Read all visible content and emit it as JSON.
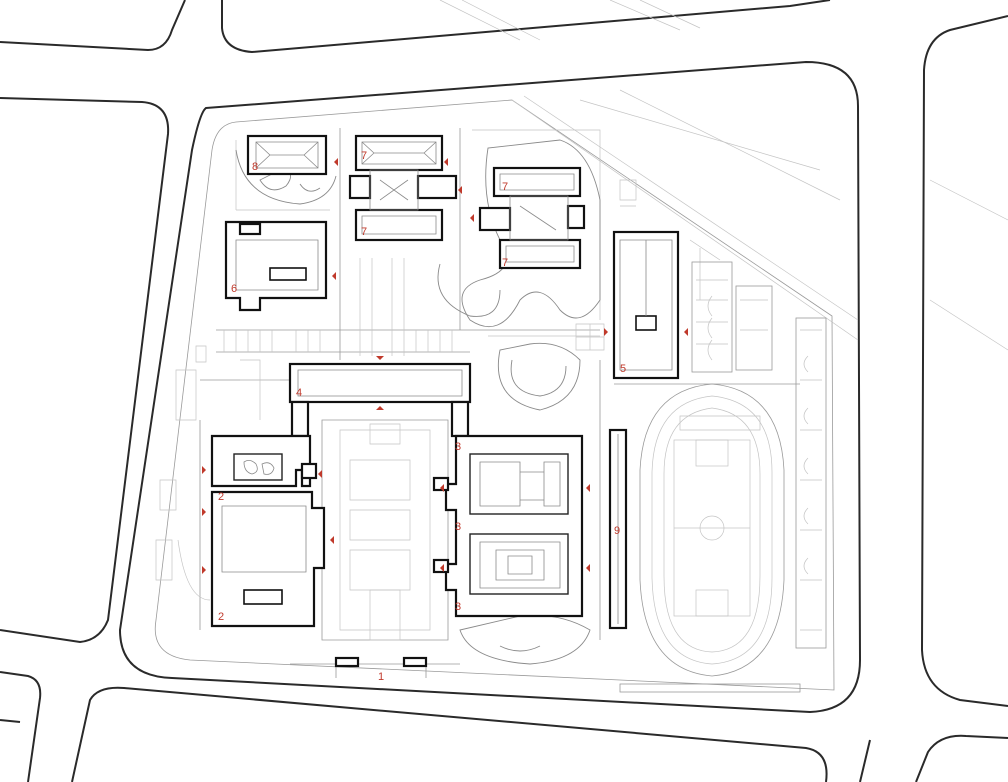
{
  "map": {
    "colors": {
      "label": "#c0392b",
      "building": "#111111",
      "road": "#2a2a2a",
      "detail": "#9a9a9a"
    },
    "labels": [
      {
        "id": "8",
        "text": "8"
      },
      {
        "id": "7a",
        "text": "7"
      },
      {
        "id": "7b",
        "text": "7"
      },
      {
        "id": "7c",
        "text": "7"
      },
      {
        "id": "7d",
        "text": "7"
      },
      {
        "id": "6",
        "text": "6"
      },
      {
        "id": "5",
        "text": "5"
      },
      {
        "id": "4",
        "text": "4"
      },
      {
        "id": "3a",
        "text": "3"
      },
      {
        "id": "3b",
        "text": "3"
      },
      {
        "id": "3c",
        "text": "3"
      },
      {
        "id": "2a",
        "text": "2"
      },
      {
        "id": "2b",
        "text": "2"
      },
      {
        "id": "9",
        "text": "9"
      },
      {
        "id": "1",
        "text": "1"
      }
    ]
  }
}
